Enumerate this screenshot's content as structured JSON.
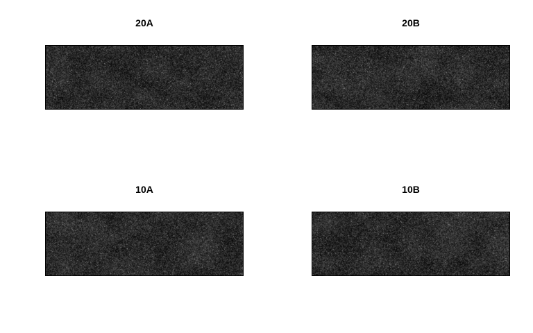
{
  "panels": [
    {
      "title": "20A",
      "noise_seed": 11
    },
    {
      "title": "20B",
      "noise_seed": 23
    },
    {
      "title": "10A",
      "noise_seed": 37
    },
    {
      "title": "10B",
      "noise_seed": 53
    }
  ],
  "colors": {
    "background": "#ffffff",
    "image_base": "#2a2a2a",
    "border": "#000000"
  }
}
